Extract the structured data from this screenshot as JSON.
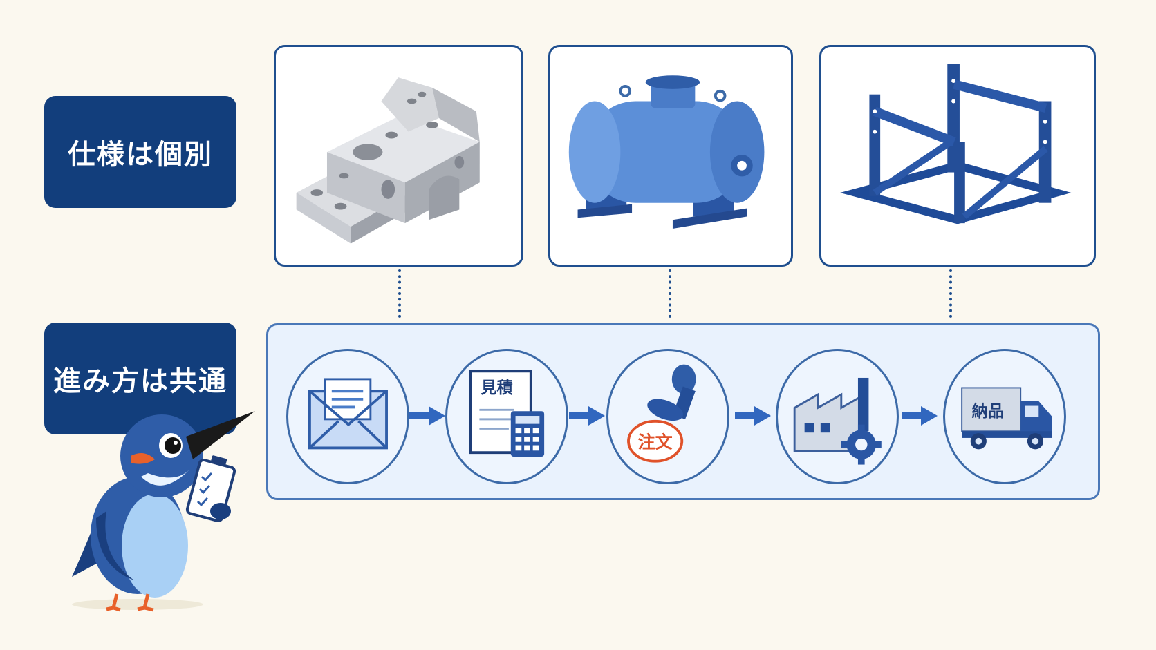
{
  "labels": {
    "spec": "仕様は個別",
    "process": "進み方は共通"
  },
  "products": [
    {
      "icon": "machined-block-icon"
    },
    {
      "icon": "pressure-tank-icon"
    },
    {
      "icon": "steel-frame-icon"
    }
  ],
  "steps": [
    {
      "icon": "envelope-icon"
    },
    {
      "icon": "estimate-calculator-icon",
      "text": "見積"
    },
    {
      "icon": "order-stamp-icon",
      "text": "注文"
    },
    {
      "icon": "factory-gear-icon"
    },
    {
      "icon": "delivery-truck-icon",
      "text": "納品"
    }
  ],
  "colors": {
    "background": "#fbf8ef",
    "navy": "#123e7c",
    "blue": "#2f5da8",
    "light_blue": "#e9f2fd",
    "stamp_red": "#e0522a"
  }
}
